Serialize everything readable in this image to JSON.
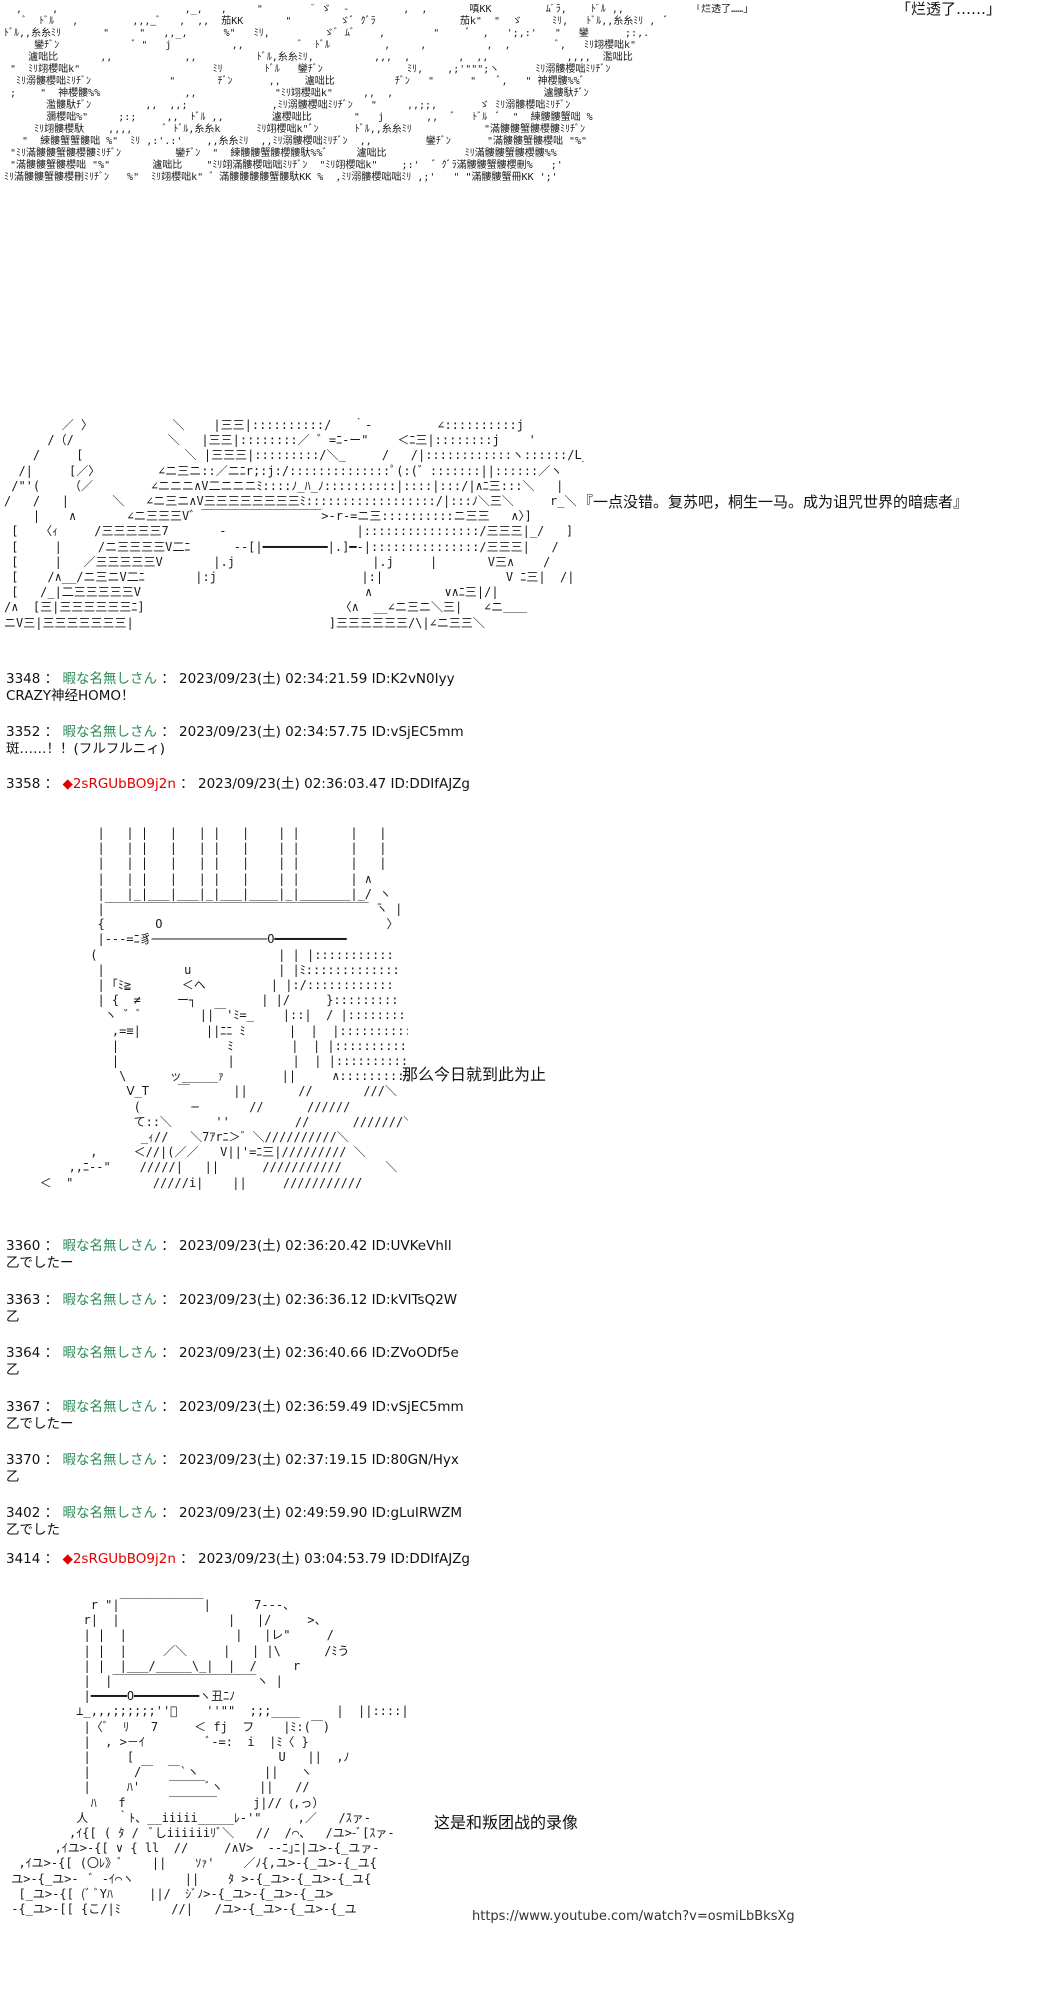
{
  "page": {
    "top_right_speech": "「烂透了……」",
    "scene_speech_1": "『一点没错。复苏吧，桐生一马。成为诅咒世界的暗痣者』",
    "scene_speech_2": "那么今日就到此为止",
    "scene_speech_3": "这是和叛团战的录像",
    "video_link": "https://www.youtube.com/watch?v=osmiLbBksXg"
  },
  "posts": [
    {
      "num": "3348",
      "name": "暇な名無しさん",
      "trip": "",
      "meta": "2023/09/23(土) 02:34:21.59 ID:K2vN0Iyy",
      "body": "CRAZY神经HOMO！"
    },
    {
      "num": "3352",
      "name": "暇な名無しさん",
      "trip": "",
      "meta": "2023/09/23(土) 02:34:57.75 ID:vSjEC5mm",
      "body": "斑……！！(フルフルニィ)"
    },
    {
      "num": "3358",
      "name": "",
      "trip": "◆2sRGUbBO9j2n",
      "meta": "2023/09/23(土) 02:36:03.47 ID:DDIfAJZg",
      "body": ""
    },
    {
      "num": "3360",
      "name": "暇な名無しさん",
      "trip": "",
      "meta": "2023/09/23(土) 02:36:20.42 ID:UVKeVhIl",
      "body": "乙でしたー"
    },
    {
      "num": "3363",
      "name": "暇な名無しさん",
      "trip": "",
      "meta": "2023/09/23(土) 02:36:36.12 ID:kVITsQ2W",
      "body": "乙"
    },
    {
      "num": "3364",
      "name": "暇な名無しさん",
      "trip": "",
      "meta": "2023/09/23(土) 02:36:40.66 ID:ZVoODf5e",
      "body": "乙"
    },
    {
      "num": "3367",
      "name": "暇な名無しさん",
      "trip": "",
      "meta": "2023/09/23(土) 02:36:59.49 ID:vSjEC5mm",
      "body": "乙でしたー"
    },
    {
      "num": "3370",
      "name": "暇な名無しさん",
      "trip": "",
      "meta": "2023/09/23(土) 02:37:19.15 ID:80GN/Hyx",
      "body": "乙"
    },
    {
      "num": "3402",
      "name": "暇な名無しさん",
      "trip": "",
      "meta": "2023/09/23(土) 02:49:59.90 ID:gLuIRWZM",
      "body": "乙でした"
    },
    {
      "num": "3414",
      "name": "",
      "trip": "◆2sRGUbBO9j2n",
      "meta": "2023/09/23(土) 03:04:53.79 ID:DDIfAJZg",
      "body": ""
    }
  ]
}
